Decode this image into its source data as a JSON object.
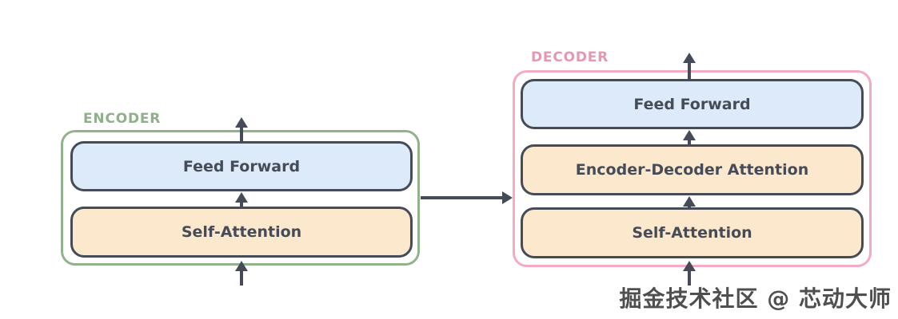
{
  "diagram": {
    "encoder": {
      "label": "ENCODER",
      "blocks": [
        {
          "label": "Feed Forward"
        },
        {
          "label": "Self-Attention"
        }
      ]
    },
    "decoder": {
      "label": "DECODER",
      "blocks": [
        {
          "label": "Feed Forward"
        },
        {
          "label": "Encoder-Decoder Attention"
        },
        {
          "label": "Self-Attention"
        }
      ]
    },
    "watermark": "掘金技术社区 @ 芯动大师"
  },
  "colors": {
    "stroke": "#454c57",
    "blue_fill": "#ddeafa",
    "orange_fill": "#fbe8cd",
    "encoder_border": "#92b28c",
    "encoder_label": "#8fb08a",
    "decoder_border": "#f4aac2",
    "decoder_label": "#e598b4",
    "watermark_text": "#4f4f4f",
    "background": "#ffffff"
  }
}
